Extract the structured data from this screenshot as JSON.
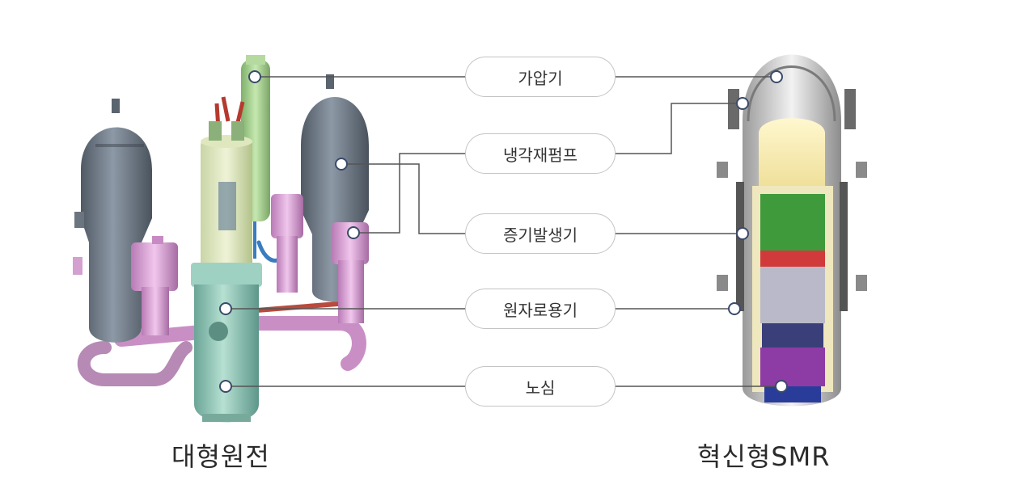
{
  "labels": {
    "pressurizer": "가압기",
    "coolant_pump": "냉각재펌프",
    "steam_generator": "증기발생기",
    "reactor_vessel": "원자로용기",
    "core": "노심"
  },
  "captions": {
    "left": "대형원전",
    "right": "혁신형SMR"
  },
  "colors": {
    "leader_line": "#555555",
    "pill_border": "#c4c4c4",
    "tank": "#6f7a86",
    "vessel": "#8fc3b2",
    "pump": "#d79ad3",
    "pressurizer": "#a7d38f",
    "core_green": "#3f9a3b",
    "core_red": "#d13a3a",
    "core_purple": "#8d3ba5"
  },
  "icons": [
    "callout-dot-icon"
  ]
}
